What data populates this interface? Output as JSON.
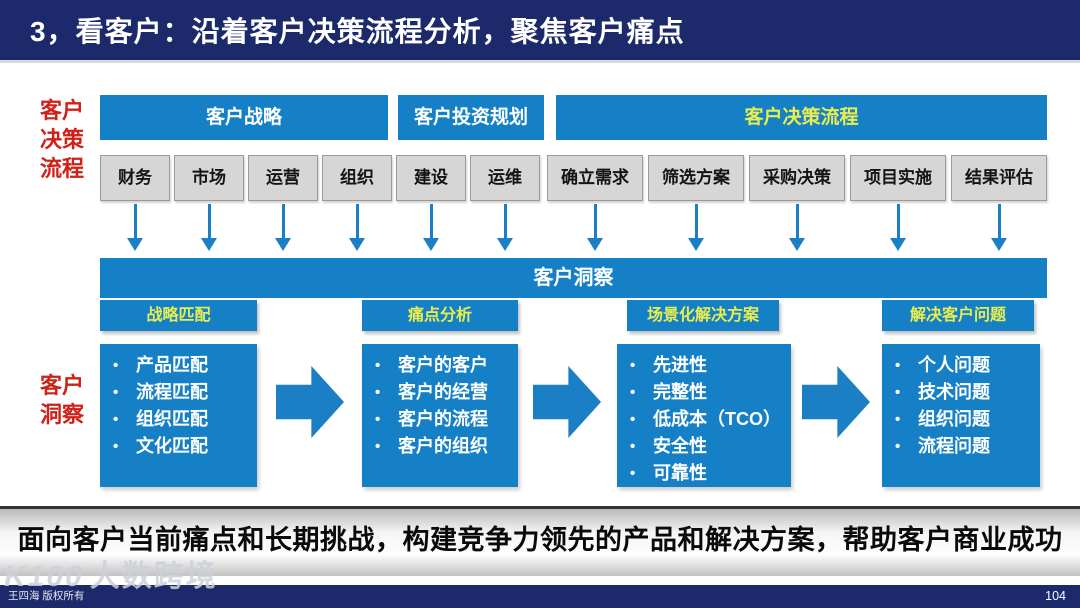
{
  "title": "3，看客户：沿着客户决策流程分析，聚焦客户痛点",
  "colors": {
    "navy": "#1c296b",
    "blue": "#1580c6",
    "arrow_blue": "#1a7fc4",
    "yellow": "#e9ee4e",
    "red": "#cf2117",
    "step_gray": "#d6d6d6"
  },
  "left_labels": {
    "decision_process": "客户\n决策\n流程",
    "insight": "客户\n洞察"
  },
  "phase_headers": [
    {
      "label": "客户战略"
    },
    {
      "label": "客户投资规划"
    },
    {
      "label": "客户决策流程"
    }
  ],
  "process_steps": [
    "财务",
    "市场",
    "运营",
    "组织",
    "建设",
    "运维",
    "确立需求",
    "筛选方案",
    "采购决策",
    "项目实施",
    "结果评估"
  ],
  "insight_bar_label": "客户洞察",
  "insight_columns": [
    {
      "tab": "战略匹配",
      "items": [
        "产品匹配",
        "流程匹配",
        "组织匹配",
        "文化匹配"
      ]
    },
    {
      "tab": "痛点分析",
      "items": [
        "客户的客户",
        "客户的经营",
        "客户的流程",
        "客户的组织"
      ]
    },
    {
      "tab": "场景化解决方案",
      "items": [
        "先进性",
        "完整性",
        "低成本（TCO）",
        "安全性",
        "可靠性"
      ]
    },
    {
      "tab": "解决客户问题",
      "items": [
        "个人问题",
        "技术问题",
        "组织问题",
        "流程问题"
      ]
    }
  ],
  "bottom_message": "面向客户当前痛点和长期挑战，构建竞争力领先的产品和解决方案，帮助客户商业成功",
  "footer": {
    "copyright": "王四海 版权所有",
    "page_number": "104"
  },
  "watermark": {
    "logo": "K100",
    "name": "大数跨境"
  }
}
